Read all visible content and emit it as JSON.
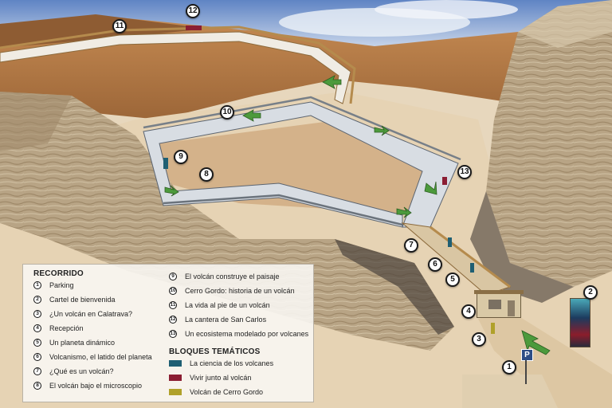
{
  "markers": [
    {
      "n": "1"
    },
    {
      "n": "2"
    },
    {
      "n": "3"
    },
    {
      "n": "4"
    },
    {
      "n": "5"
    },
    {
      "n": "6"
    },
    {
      "n": "7"
    },
    {
      "n": "8"
    },
    {
      "n": "9"
    },
    {
      "n": "10"
    },
    {
      "n": "11"
    },
    {
      "n": "12"
    },
    {
      "n": "13"
    }
  ],
  "parking_symbol": "P",
  "legend": {
    "recorrido_title": "RECORRIDO",
    "items": [
      {
        "n": "1",
        "label": "Parking"
      },
      {
        "n": "2",
        "label": "Cartel de bienvenida"
      },
      {
        "n": "3",
        "label": "¿Un volcán en Calatrava?"
      },
      {
        "n": "4",
        "label": "Recepción"
      },
      {
        "n": "5",
        "label": "Un planeta dinámico"
      },
      {
        "n": "6",
        "label": "Volcanismo, el latido del planeta"
      },
      {
        "n": "7",
        "label": "¿Qué es un volcán?"
      },
      {
        "n": "8",
        "label": "El volcán bajo el microscopio"
      },
      {
        "n": "9",
        "label": "El volcán construye el paisaje"
      },
      {
        "n": "10",
        "label": "Cerro Gordo: historia de un volcán"
      },
      {
        "n": "11",
        "label": "La vida al pie de un volcán"
      },
      {
        "n": "12",
        "label": "La cantera de San Carlos"
      },
      {
        "n": "13",
        "label": "Un ecosistema modelado por volcanes"
      }
    ],
    "bloques_title": "BLOQUES TEMÁTICOS",
    "bloques": [
      {
        "label": "La ciencia de los volcanes",
        "color": "#1f5f73"
      },
      {
        "label": "Vivir junto al volcán",
        "color": "#8b1e33"
      },
      {
        "label": "Volcán de Cerro Gordo",
        "color": "#b0a12a"
      }
    ]
  }
}
